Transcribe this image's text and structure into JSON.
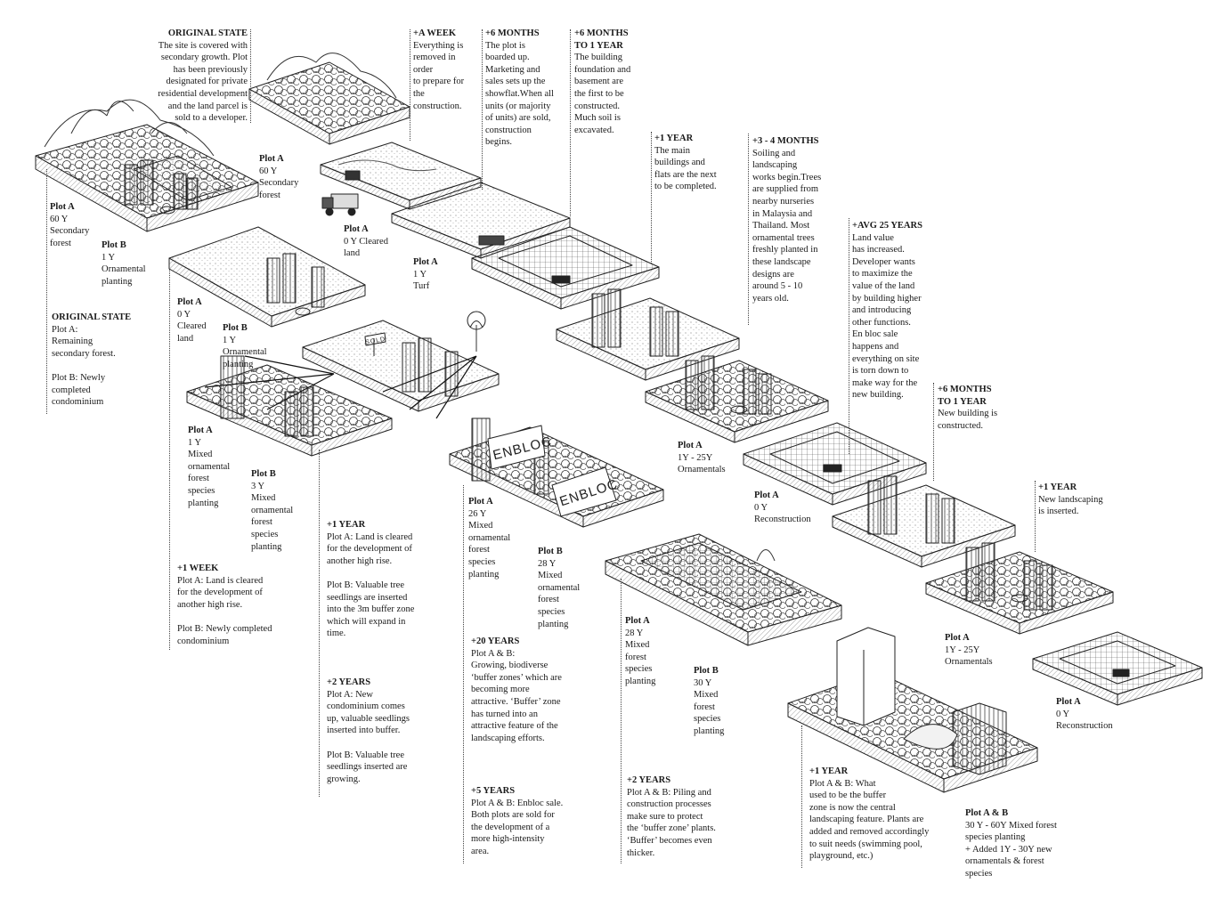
{
  "notes": {
    "original_top": {
      "heading": "ORIGINAL STATE",
      "body": "The site is covered with\nsecondary growth. Plot\nhas been previously\ndesignated for private\nresidential development\nand the land parcel is\nsold to a developer."
    },
    "week": {
      "heading": "+A WEEK",
      "body": "Everything is\nremoved in\norder\nto prepare for\nthe\nconstruction."
    },
    "six_months": {
      "heading": "+6 MONTHS",
      "body": "The plot is\nboarded up.\nMarketing and\nsales sets up the\nshowflat.When all\nunits (or majority\nof units) are sold,\nconstruction\nbegins."
    },
    "six_to_year": {
      "heading": "+6 MONTHS\nTO 1 YEAR",
      "body": "The building\nfoundation and\nbasement are\nthe first to be\nconstructed.\nMuch soil is\nexcavated."
    },
    "one_year_top": {
      "heading": "+1 YEAR",
      "body": "The main\nbuildings and\nflats are the next\nto be completed."
    },
    "three_four": {
      "heading": "+3 - 4 MONTHS",
      "body": "Soiling and\nlandscaping\nworks begin.Trees\nare supplied from\nnearby nurseries\nin Malaysia and\nThailand. Most\nornamental trees\nfreshly planted in\nthese landscape\ndesigns are\naround 5 - 10\nyears old."
    },
    "avg25": {
      "heading": "+AVG 25 YEARS",
      "body": "Land value\nhas increased.\nDeveloper wants\nto maximize the\nvalue of the land\nby building higher\nand introducing\nother functions.\nEn bloc sale\nhappens and\neverything on site\nis torn down to\nmake way for the\nnew building."
    },
    "six_to_year_2": {
      "heading": "+6 MONTHS\nTO 1 YEAR",
      "body": "New building is\nconstructed."
    },
    "one_year_land": {
      "heading": "+1 YEAR",
      "body": "New landscaping\nis inserted."
    },
    "original_left": {
      "heading": "ORIGINAL STATE",
      "body": "Plot A:\nRemaining\nsecondary forest.\n\nPlot B: Newly\ncompleted\ncondominium"
    },
    "one_week": {
      "heading": "+1 WEEK",
      "body": "Plot A: Land is cleared\nfor the development of\nanother high rise.\n\nPlot B: Newly completed\ncondominium"
    },
    "one_year_mid": {
      "heading": "+1 YEAR",
      "body": "Plot A: Land is cleared\nfor the development of\nanother high rise.\n\nPlot B: Valuable tree\nseedlings are inserted\ninto the 3m buffer zone\nwhich will expand in\ntime."
    },
    "two_years_mid": {
      "heading": "+2 YEARS",
      "body": "Plot A: New\ncondominium comes\nup, valuable seedlings\ninserted into buffer.\n\nPlot B: Valuable tree\nseedlings inserted are\ngrowing."
    },
    "twenty_years": {
      "heading": "+20 YEARS",
      "body": "Plot A & B:\nGrowing, biodiverse\n‘buffer zones’ which are\nbecoming more\nattractive. ‘Buffer’ zone\nhas turned into an\nattractive feature of the\nlandscaping efforts."
    },
    "five_years": {
      "heading": "+5 YEARS",
      "body": "Plot A & B: Enbloc sale.\nBoth plots are sold for\nthe development of a\nmore high-intensity\narea."
    },
    "two_years_low": {
      "heading": "+2 YEARS",
      "body": "Plot A & B: Piling and\nconstruction processes\nmake sure to protect\nthe ‘buffer zone’ plants.\n‘Buffer’ becomes even\nthicker."
    },
    "one_year_low": {
      "heading": "+1 YEAR",
      "body": "Plot A & B: What\nused to be the buffer\nzone is now the central\nlandscaping feature. Plants are\nadded and removed accordingly\nto suit needs (swimming pool,\nplayground, etc.)"
    }
  },
  "labels": {
    "top_a60": {
      "heading": "Plot A",
      "body": "60 Y\nSecondary\nforest"
    },
    "top_a0": {
      "heading": "Plot A",
      "body": "0 Y Cleared\nland"
    },
    "top_a1": {
      "heading": "Plot A",
      "body": "1 Y\nTurf"
    },
    "top_a_orn": {
      "heading": "Plot A",
      "body": "1Y - 25Y\nOrnamentals"
    },
    "top_a_recon": {
      "heading": "Plot A",
      "body": "0 Y\nReconstruction"
    },
    "top_a_orn2": {
      "heading": "Plot A",
      "body": "1Y - 25Y\nOrnamentals"
    },
    "top_a_recon2": {
      "heading": "Plot A",
      "body": "0 Y\nReconstruction"
    },
    "l_a60": {
      "heading": "Plot A",
      "body": "60 Y\nSecondary\nforest"
    },
    "l_b1": {
      "heading": "Plot B",
      "body": "1 Y\nOrnamental\nplanting"
    },
    "l_a0": {
      "heading": "Plot A",
      "body": "0 Y\nCleared\nland"
    },
    "l_b1b": {
      "heading": "Plot B",
      "body": "1 Y\nOrnamental\nplanting"
    },
    "l_a1mix": {
      "heading": "Plot A",
      "body": "1 Y\nMixed\nornamental\nforest\nspecies\nplanting"
    },
    "l_b3": {
      "heading": "Plot B",
      "body": "3 Y\nMixed\nornamental\nforest\nspecies\nplanting"
    },
    "m_a26": {
      "heading": "Plot A",
      "body": "26 Y\nMixed\nornamental\nforest\nspecies\nplanting"
    },
    "m_b28": {
      "heading": "Plot B",
      "body": "28 Y\nMixed\nornamental\nforest\nspecies\nplanting"
    },
    "m_a28": {
      "heading": "Plot A",
      "body": "28 Y\nMixed\nforest\nspecies\nplanting"
    },
    "m_b30": {
      "heading": "Plot B",
      "body": "30 Y\nMixed\nforest\nspecies\nplanting"
    },
    "ab_final": {
      "heading": "Plot A & B",
      "body": "30 Y - 60Y Mixed forest\nspecies planting\n+ Added 1Y - 30Y new\nornamentals & forest\nspecies"
    }
  },
  "signs": {
    "sold": "SOLD",
    "enbloc_1": "ENBLOC",
    "enbloc_2": "ENBLOC"
  }
}
